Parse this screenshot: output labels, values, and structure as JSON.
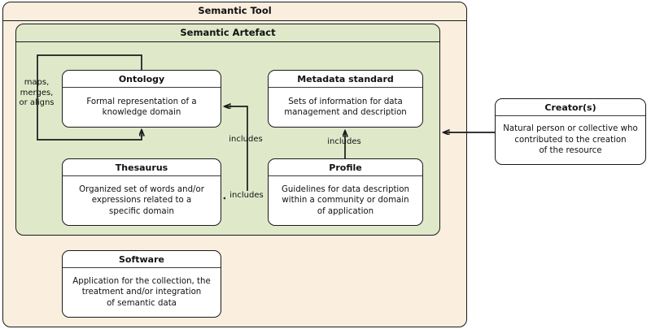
{
  "diagram": {
    "title": "Semantic Tool diagram",
    "colors": {
      "outer_container_fill": "#faeede",
      "inner_container_fill": "#dfe9ca",
      "node_fill": "#ffffff",
      "stroke": "#1a1a1a",
      "page_background": "#ffffff"
    }
  },
  "containers": {
    "semantic_tool": {
      "title": "Semantic Tool"
    },
    "semantic_artefact": {
      "title": "Semantic Artefact"
    }
  },
  "nodes": {
    "ontology": {
      "title": "Ontology",
      "description": "Formal representation of a\nknowledge domain"
    },
    "metadata_standard": {
      "title": "Metadata standard",
      "description": "Sets of information for data\nmanagement and description"
    },
    "thesaurus": {
      "title": "Thesaurus",
      "description": "Organized set of words and/or\nexpressions related to a\nspecific domain"
    },
    "profile": {
      "title": "Profile",
      "description": "Guidelines for data description\nwithin a community or domain\nof application"
    },
    "software": {
      "title": "Software",
      "description": "Application for the collection, the\ntreatment and/or integration\nof semantic data"
    },
    "creator": {
      "title": "Creator(s)",
      "description": "Natural person or collective who\ncontributed to the creation\nof the resource"
    }
  },
  "edges": {
    "ontology_self_loop": {
      "label": "maps,\nmerges,\nor aligns",
      "from": "ontology",
      "to": "ontology"
    },
    "profile_includes_ontology": {
      "label": "includes",
      "from": "profile",
      "to": "ontology"
    },
    "profile_includes_metadata": {
      "label": "includes",
      "from": "profile",
      "to": "metadata_standard"
    },
    "profile_includes_thesaurus": {
      "label": "includes",
      "from": "profile",
      "to": "thesaurus"
    },
    "creator_to_artefact": {
      "label": "",
      "from": "creator",
      "to": "semantic_artefact"
    }
  }
}
